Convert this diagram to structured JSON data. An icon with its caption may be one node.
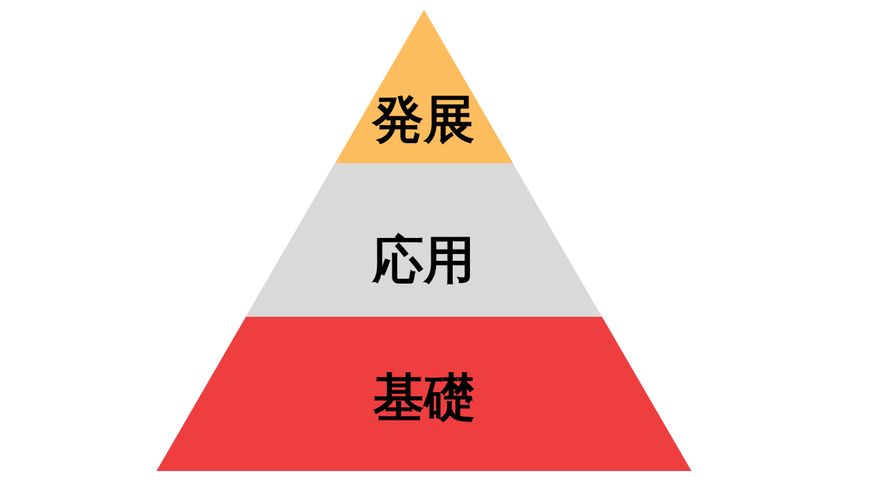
{
  "diagram": {
    "nodes": [
      {
        "text": [
          "発展"
        ]
      },
      {
        "text": [
          "応用"
        ]
      },
      {
        "text": [
          "基礎"
        ]
      }
    ]
  }
}
